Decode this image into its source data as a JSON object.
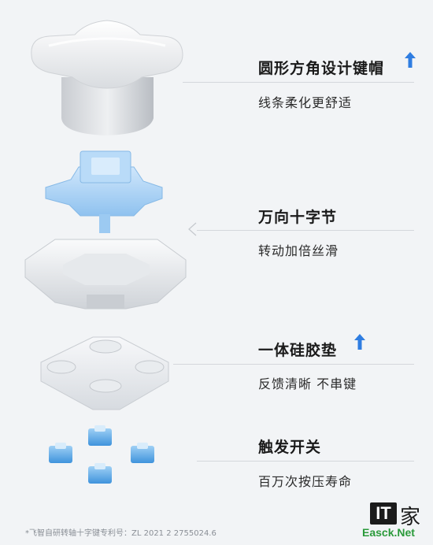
{
  "features": [
    {
      "title": "圆形方角设计键帽",
      "subtitle": "线条柔化更舒适",
      "upgraded": true
    },
    {
      "title": "万向十字节",
      "subtitle": "转动加倍丝滑",
      "upgraded": false
    },
    {
      "title": "一体硅胶垫",
      "subtitle": "反馈清晰  不串键",
      "upgraded": true
    },
    {
      "title": "触发开关",
      "subtitle": "百万次按压寿命",
      "upgraded": false
    }
  ],
  "footnote": "*飞智自研转轴十字键专利号：ZL 2021 2 2755024.6",
  "watermark": {
    "logo": "IT",
    "glyph": "家",
    "site": "Easck.Net"
  },
  "colors": {
    "accent": "#2f7de1",
    "background": "#f2f4f6"
  }
}
